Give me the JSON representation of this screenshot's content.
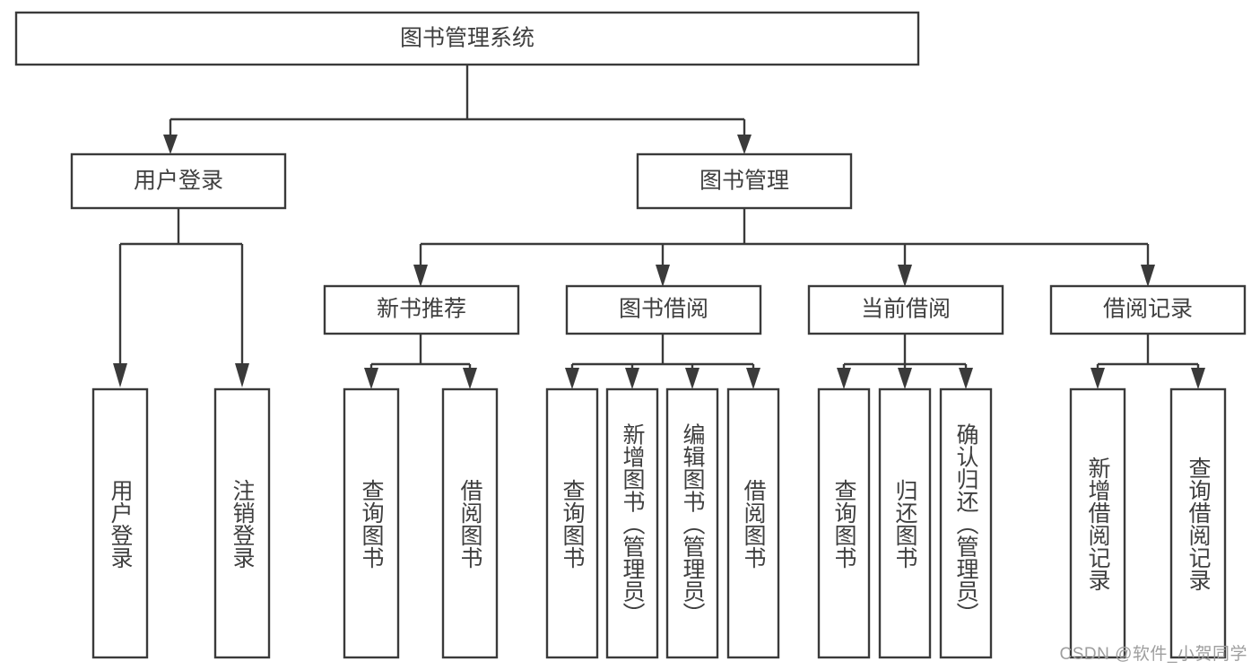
{
  "diagram": {
    "type": "hierarchy-tree",
    "title_node": {
      "id": "root",
      "label": "图书管理系统"
    },
    "levels": [
      {
        "level": 1,
        "nodes": [
          {
            "id": "root",
            "label": "图书管理系统"
          }
        ]
      },
      {
        "level": 2,
        "nodes": [
          {
            "id": "user-login",
            "label": "用户登录",
            "parent": "root"
          },
          {
            "id": "book-manage",
            "label": "图书管理",
            "parent": "root"
          }
        ]
      },
      {
        "level": 3,
        "nodes": [
          {
            "id": "new-book-recommend",
            "label": "新书推荐",
            "parent": "book-manage"
          },
          {
            "id": "book-borrow",
            "label": "图书借阅",
            "parent": "book-manage"
          },
          {
            "id": "current-borrow",
            "label": "当前借阅",
            "parent": "book-manage"
          },
          {
            "id": "borrow-record",
            "label": "借阅记录",
            "parent": "book-manage"
          }
        ]
      },
      {
        "level": 4,
        "nodes": [
          {
            "id": "leaf-user-login",
            "label": "用户登录",
            "parent": "user-login"
          },
          {
            "id": "leaf-logout",
            "label": "注销登录",
            "parent": "user-login"
          },
          {
            "id": "leaf-query-book-1",
            "label": "查询图书",
            "parent": "new-book-recommend"
          },
          {
            "id": "leaf-borrow-book-1",
            "label": "借阅图书",
            "parent": "new-book-recommend"
          },
          {
            "id": "leaf-query-book-2",
            "label": "查询图书",
            "parent": "book-borrow"
          },
          {
            "id": "leaf-add-book",
            "label": "新增图书（管理员）",
            "parent": "book-borrow"
          },
          {
            "id": "leaf-edit-book",
            "label": "编辑图书（管理员）",
            "parent": "book-borrow"
          },
          {
            "id": "leaf-borrow-book-2",
            "label": "借阅图书",
            "parent": "book-borrow"
          },
          {
            "id": "leaf-query-book-3",
            "label": "查询图书",
            "parent": "current-borrow"
          },
          {
            "id": "leaf-return-book",
            "label": "归还图书",
            "parent": "current-borrow"
          },
          {
            "id": "leaf-confirm-return",
            "label": "确认归还（管理员）",
            "parent": "current-borrow"
          },
          {
            "id": "leaf-add-record",
            "label": "新增借阅记录",
            "parent": "borrow-record"
          },
          {
            "id": "leaf-query-record",
            "label": "查询借阅记录",
            "parent": "borrow-record"
          }
        ]
      }
    ]
  },
  "watermark": {
    "text": "CSDN @软件_小贺同学"
  },
  "colors": {
    "box_stroke": "#3a3a3a",
    "box_fill": "#ffffff",
    "text": "#3f3f3f",
    "background": "#ffffff",
    "watermark": "#9e9e9e"
  }
}
